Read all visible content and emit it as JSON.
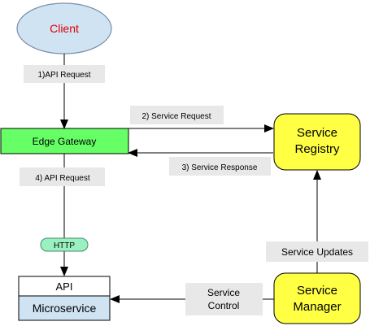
{
  "nodes": {
    "client": "Client",
    "edge_gateway": "Edge Gateway",
    "service_registry": [
      "Service",
      "Registry"
    ],
    "api": "API",
    "microservice": "Microservice",
    "service_manager": [
      "Service",
      "Manager"
    ]
  },
  "edges": {
    "api_request_1": "1)API Request",
    "service_request": "2) Service Request",
    "service_response": "3) Service Response",
    "api_request_4": "4) API Request",
    "http": "HTTP",
    "service_updates": "Service Updates",
    "service_control": [
      "Service",
      "Control"
    ]
  },
  "colors": {
    "client_fill": "#cfe3f3",
    "client_text": "#e00000",
    "gateway_fill": "#66ff66",
    "registry_fill": "#ffff44",
    "microservice_fill": "#cfe3f3",
    "http_fill": "#99f0c0",
    "label_bg": "#e8e8e8"
  }
}
